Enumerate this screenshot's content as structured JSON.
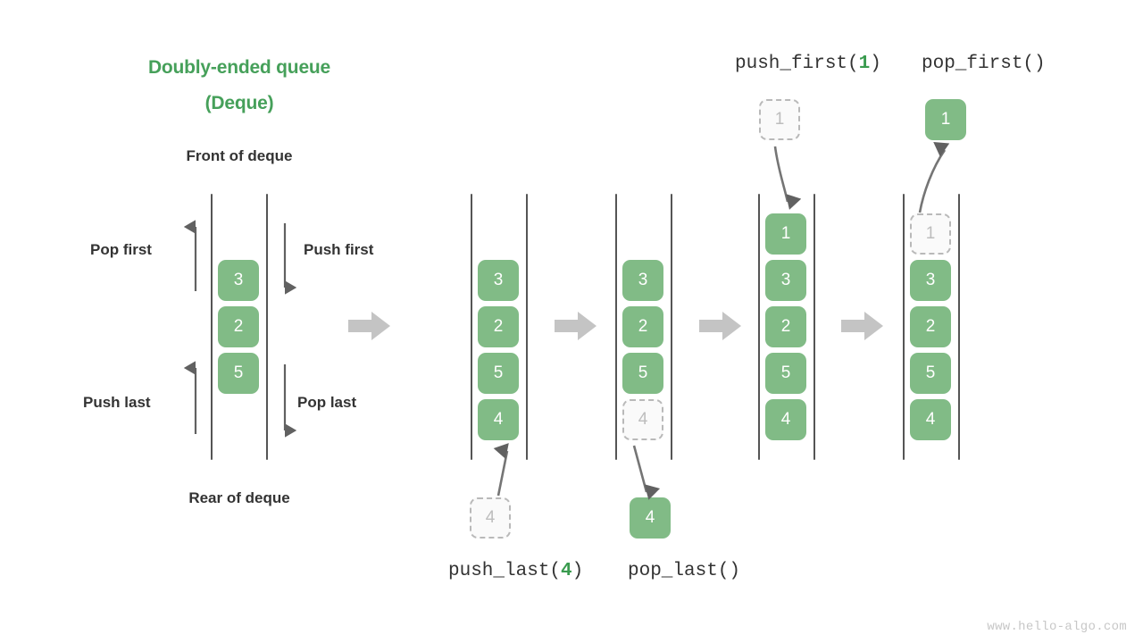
{
  "title": {
    "line1": "Doubly-ended queue",
    "line2": "(Deque)",
    "color": "#46a05a"
  },
  "labels": {
    "front": "Front of deque",
    "rear": "Rear of deque",
    "pop_first": "Pop first",
    "push_first": "Push first",
    "push_last": "Push last",
    "pop_last": "Pop last"
  },
  "captions": {
    "push_first": {
      "name": "push_first(",
      "arg": "1",
      "close": ")"
    },
    "pop_first": {
      "name": "pop_first()",
      "arg": "",
      "close": ""
    },
    "push_last": {
      "name": "push_last(",
      "arg": "4",
      "close": ")"
    },
    "pop_last": {
      "name": "pop_last()",
      "arg": "",
      "close": ""
    }
  },
  "colors": {
    "box_fill": "#81bb86",
    "box_text": "#ffffff",
    "ghost_fill": "#fafafa",
    "ghost_border": "#b9b9b9",
    "ghost_text": "#bdbdbd",
    "rail": "#555555",
    "step_arrow": "#c4c4c4",
    "thin_arrow": "#616161",
    "title_green": "#46a05a",
    "arg_green": "#3a9b4f"
  },
  "panels": [
    {
      "id": "overview",
      "items": [
        "3",
        "2",
        "5"
      ],
      "ghost_top": null,
      "ghost_bottom": null
    },
    {
      "id": "push-last",
      "items": [
        "3",
        "2",
        "5",
        "4"
      ],
      "ghost_top": null,
      "ghost_bottom": null,
      "external_box": {
        "value": "4",
        "state": "ghost",
        "position": "below"
      }
    },
    {
      "id": "pop-last",
      "items": [
        "3",
        "2",
        "5"
      ],
      "ghost_top": null,
      "ghost_bottom": "4",
      "external_box": {
        "value": "4",
        "state": "filled",
        "position": "below"
      }
    },
    {
      "id": "push-first",
      "items": [
        "1",
        "3",
        "2",
        "5",
        "4"
      ],
      "ghost_top": null,
      "ghost_bottom": null,
      "external_box": {
        "value": "1",
        "state": "ghost",
        "position": "above"
      }
    },
    {
      "id": "pop-first",
      "items": [
        "3",
        "2",
        "5",
        "4"
      ],
      "ghost_top": "1",
      "ghost_bottom": null,
      "external_box": {
        "value": "1",
        "state": "filled",
        "position": "above"
      }
    }
  ],
  "box_values": {
    "p1_b1": "3",
    "p1_b2": "2",
    "p1_b3": "5",
    "p2_b1": "3",
    "p2_b2": "2",
    "p2_b3": "5",
    "p2_b4": "4",
    "p2_ext": "4",
    "p3_b1": "3",
    "p3_b2": "2",
    "p3_b3": "5",
    "p3_ghost": "4",
    "p3_ext": "4",
    "p4_b1": "1",
    "p4_b2": "3",
    "p4_b3": "2",
    "p4_b4": "5",
    "p4_b5": "4",
    "p4_ext": "1",
    "p5_ghost": "1",
    "p5_b1": "3",
    "p5_b2": "2",
    "p5_b3": "5",
    "p5_b4": "4",
    "p5_ext": "1"
  },
  "watermark": "www.hello-algo.com"
}
